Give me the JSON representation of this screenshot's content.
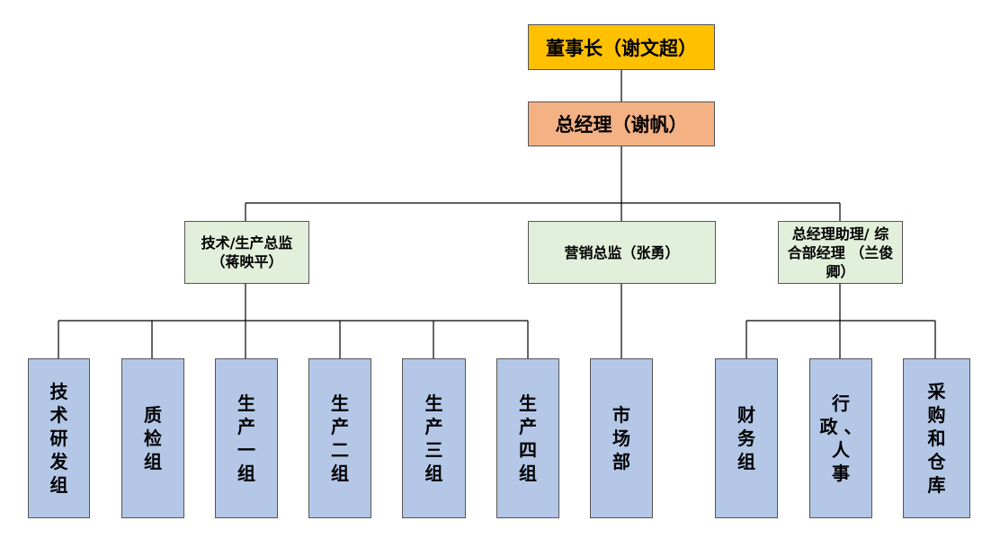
{
  "org_chart": {
    "chairman": "董事长（谢文超）",
    "general_manager": "总经理（谢帆）",
    "directors": {
      "tech": "技术/生产总监\n（蒋映平）",
      "sales": "营销总监（张勇）",
      "assistant": "总经理助理/  综\n合部经理 （兰俊\n卿）"
    },
    "departments": {
      "rd": "技\n术\n研\n发\n组",
      "qc": "质\n检\n组",
      "prod1": "生\n产\n一\n组",
      "prod2": "生\n产\n二\n组",
      "prod3": "生\n产\n三\n组",
      "prod4": "生\n产\n四\n组",
      "market": "市\n场\n部",
      "finance": "财\n务\n组",
      "admin": "行\n政 、\n人\n事",
      "purchase": "采\n购\n和\n仓\n库"
    }
  },
  "colors": {
    "chairman": "#ffc000",
    "general_manager": "#f4b183",
    "director": "#e2efda",
    "department": "#b4c7e7"
  }
}
